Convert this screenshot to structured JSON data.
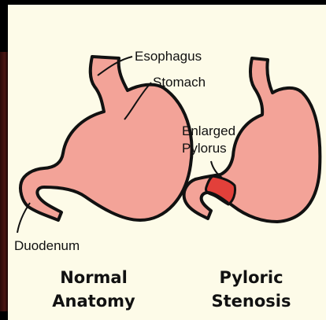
{
  "labels": {
    "esophagus": "Esophagus",
    "stomach": "Stomach",
    "enlarged_pylorus_line1": "Enlarged",
    "enlarged_pylorus_line2": "Pylorus",
    "duodenum": "Duodenum"
  },
  "captions": {
    "normal_line1": "Normal",
    "normal_line2": "Anatomy",
    "stenosis_line1": "Pyloric",
    "stenosis_line2": "Stenosis"
  },
  "colors": {
    "background": "#000000",
    "card": "#fdfbe8",
    "tissue": "#f3a398",
    "tissue_outline": "#111111",
    "pylorus_highlight": "#e2403a"
  }
}
